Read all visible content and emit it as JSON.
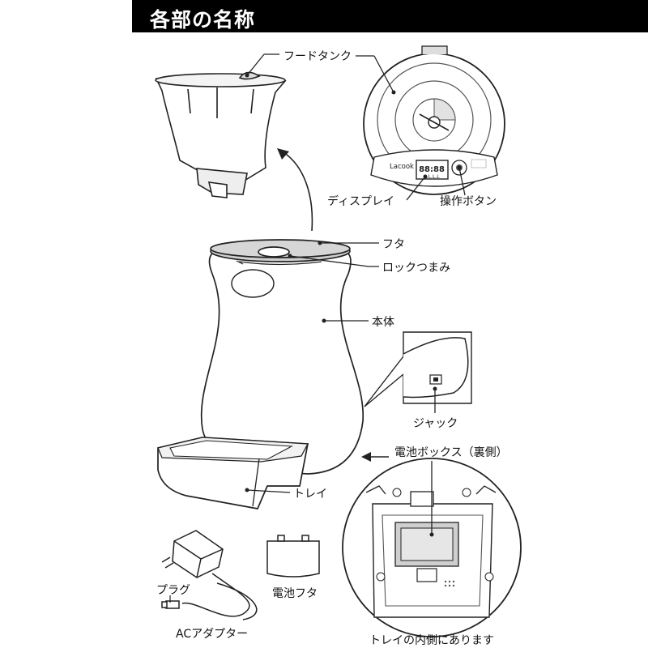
{
  "title": "各部の名称",
  "labels": {
    "food_tank": "フードタンク",
    "display": "ディスプレイ",
    "operation_button": "操作ボタン",
    "lid": "フタ",
    "lock_knob": "ロックつまみ",
    "body": "本体",
    "jack": "ジャック",
    "battery_box": "電池ボックス（裏側）",
    "tray": "トレイ",
    "plug": "プラグ",
    "ac_adapter": "ACアダプター",
    "battery_lid": "電池フタ",
    "battery_note": "トレイの内側にあります"
  },
  "display_panel": {
    "brand": "Lacook",
    "digits": "88:88",
    "segments": "L.L.L.L"
  },
  "colors": {
    "title_bg": "#000000",
    "title_fg": "#ffffff",
    "line": "#222222",
    "fill_light": "#ffffff",
    "fill_gray": "#cfcfcf"
  }
}
